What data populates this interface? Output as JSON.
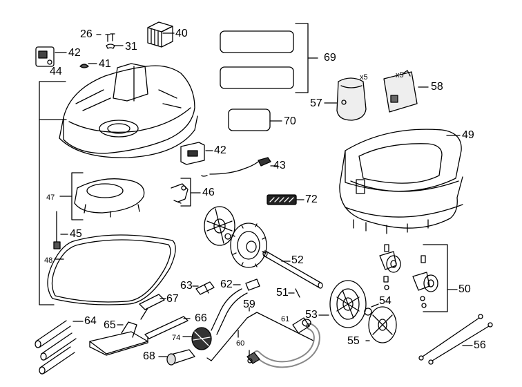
{
  "labels": {
    "p26": "26",
    "p31": "31",
    "p40": "40",
    "p42a": "42",
    "p41": "41",
    "p44": "44",
    "p69": "69",
    "p57": "57",
    "p58": "58",
    "p49": "49",
    "p70": "70",
    "p42b": "42",
    "p43": "43",
    "p47": "47",
    "p46": "46",
    "p72": "72",
    "p45": "45",
    "p48": "48",
    "p52": "52",
    "p63": "63",
    "p62": "62",
    "p51": "51",
    "p54": "54",
    "p50": "50",
    "p67": "67",
    "p59": "59",
    "p61": "61",
    "p53": "53",
    "p64": "64",
    "p65": "65",
    "p66": "66",
    "p74": "74",
    "p55": "55",
    "p56": "56",
    "p68": "68",
    "p60": "60",
    "x5a": "x5",
    "x5b": "x5"
  }
}
